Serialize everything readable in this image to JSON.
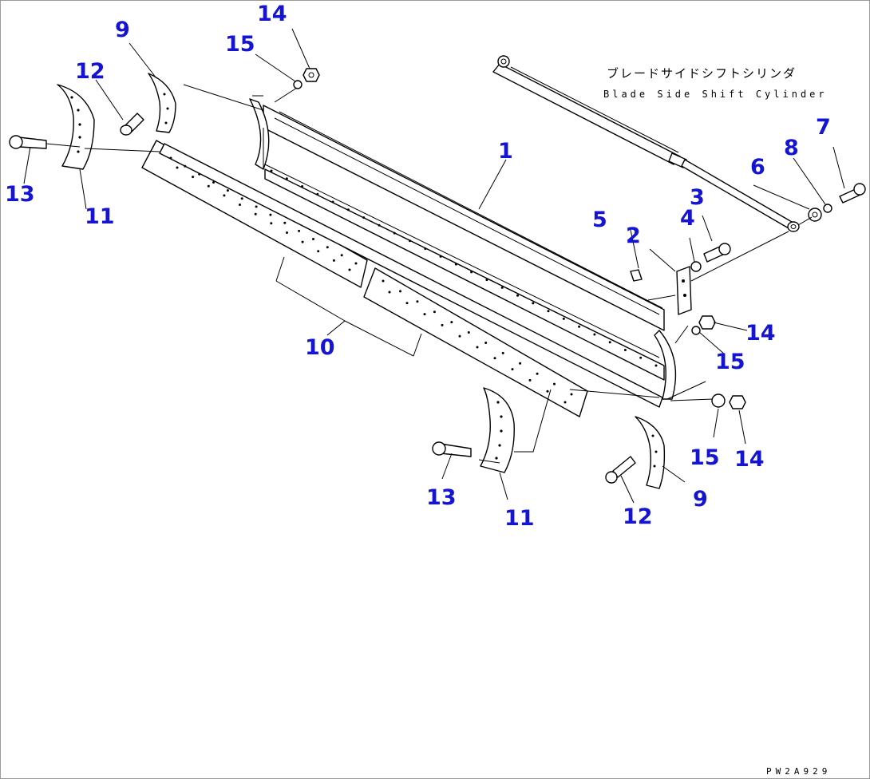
{
  "caption": {
    "jp": "ブレードサイドシフトシリンダ",
    "en": "Blade Side Shift Cylinder"
  },
  "drawing_code": "PW2A929",
  "callouts": {
    "c1": "1",
    "c2": "2",
    "c3": "3",
    "c4": "4",
    "c5": "5",
    "c6": "6",
    "c7": "7",
    "c8": "8",
    "c9_top": "9",
    "c9_bottom": "9",
    "c10": "10",
    "c11_left": "11",
    "c11_bottom": "11",
    "c12_left": "12",
    "c12_bottom": "12",
    "c13_left": "13",
    "c13_bottom": "13",
    "c14_top": "14",
    "c14_mid": "14",
    "c14_bottom": "14",
    "c15_top": "15",
    "c15_mid": "15",
    "c15_bottom": "15"
  },
  "colors": {
    "callout": "#1414d2",
    "line": "#000000",
    "background": "#ffffff"
  }
}
